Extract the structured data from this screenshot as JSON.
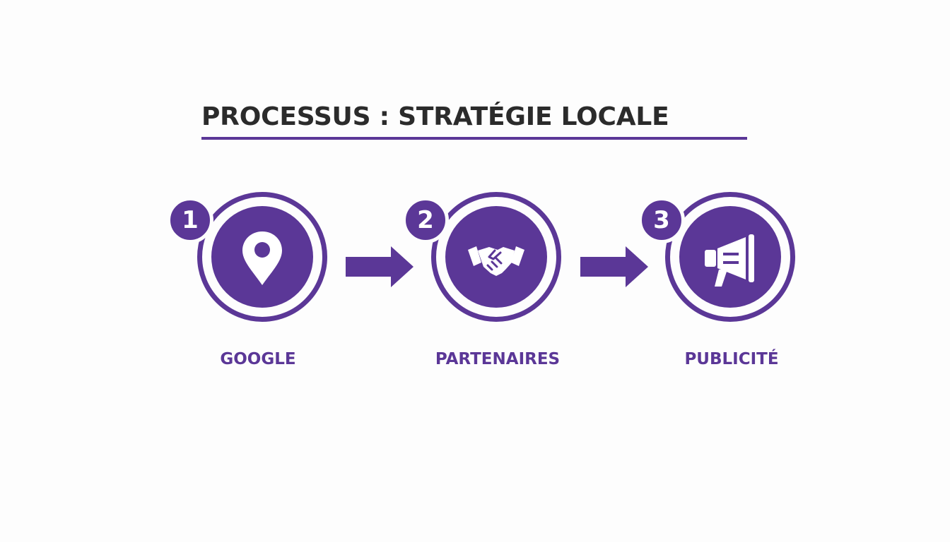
{
  "title": "PROCESSUS : STRATÉGIE LOCALE",
  "colors": {
    "accent": "#5b3797",
    "title_text": "#2b2b2b",
    "background": "#fdfdfd"
  },
  "steps": [
    {
      "number": "1",
      "label": "GOOGLE",
      "icon": "map-pin-icon"
    },
    {
      "number": "2",
      "label": "PARTENAIRES",
      "icon": "handshake-icon"
    },
    {
      "number": "3",
      "label": "PUBLICITÉ",
      "icon": "megaphone-icon"
    }
  ]
}
